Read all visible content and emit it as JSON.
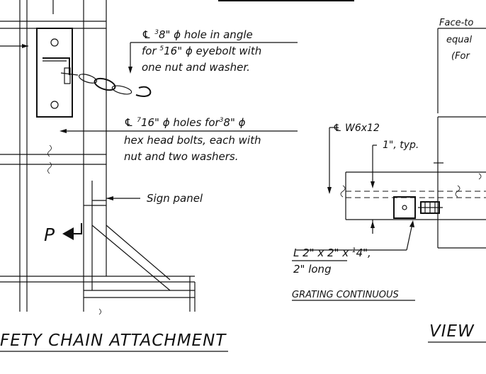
{
  "annotations": {
    "hole_angle": {
      "line1_pre": "℄ ",
      "line1_sup": "3",
      "line1_post": "8\" ϕ hole in angle",
      "line2_pre": "for ",
      "line2_sup": "5",
      "line2_post": "16\" ϕ eyebolt with",
      "line3": "one nut and washer."
    },
    "holes_bolts": {
      "line1_pre": "℄ ",
      "line1_sup": "7",
      "line1_mid": "16\" ϕ holes for",
      "line1_sup2": "3",
      "line1_post": "8\" ϕ",
      "line2": "hex head bolts, each with",
      "line3": "nut and two washers."
    },
    "sign_panel": "Sign panel",
    "load_marker": "P",
    "face_note": {
      "line1": "Face-to",
      "line2": "equal",
      "line3": "(For"
    },
    "beam": "℄  W6x12",
    "spacing": "1\", typ.",
    "angle_size": {
      "line1_pre": "L  2\" x 2\" x ",
      "line1_sup": "1",
      "line1_post": "4\",",
      "line2": "2\" long"
    },
    "grating": "GRATING CONTINUOUS"
  },
  "titles": {
    "left": "FETY CHAIN ATTACHMENT",
    "right": "VIEW"
  }
}
